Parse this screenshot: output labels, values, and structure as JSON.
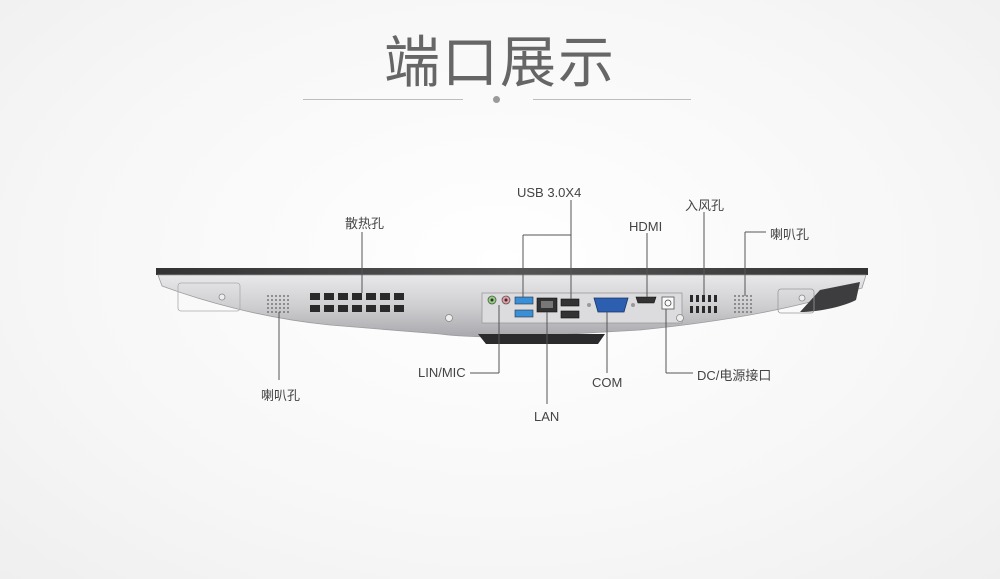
{
  "title": "端口展示",
  "labels": {
    "speaker_left": "喇叭孔",
    "vents": "散热孔",
    "usb": "USB 3.0X4",
    "hdmi": "HDMI",
    "intake": "入风孔",
    "speaker_right": "喇叭孔",
    "lin_mic": "LIN/MIC",
    "lan": "LAN",
    "com": "COM",
    "dc": "DC/电源接口"
  },
  "colors": {
    "title": "#666666",
    "body": "#c9c9cc",
    "usb_blue": "#3a8fd6",
    "vga_blue": "#2d5fb0",
    "audio_green": "#6fbf5a",
    "audio_pink": "#d9808a"
  }
}
